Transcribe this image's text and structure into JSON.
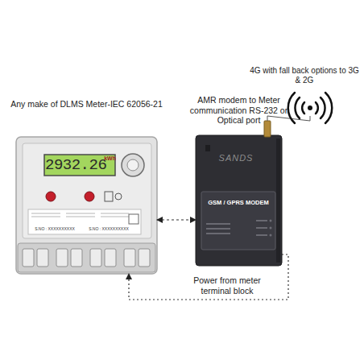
{
  "diagram": {
    "nodes": [
      {
        "text": [
          "Any make of DLMS Meter-IEC 62056-21",
          "2932.26",
          "kWh"
        ]
      },
      {
        "text": [
          "AMR modem to Meter communication RS-232 or Optical port",
          "SANDS",
          "GSM / GPRS MODEM"
        ]
      }
    ],
    "edges": [
      {
        "from": 0,
        "to": 1,
        "arrow": "both"
      },
      {
        "from": 1,
        "to": 0,
        "arrow": "to",
        "label": "Power from meter terminal block"
      }
    ],
    "labels": [
      "4G with fall back options to 3G & 2G",
      "S.NO : XXXXXXXXXX",
      "S.NO : XXXXXXXXXX"
    ]
  }
}
